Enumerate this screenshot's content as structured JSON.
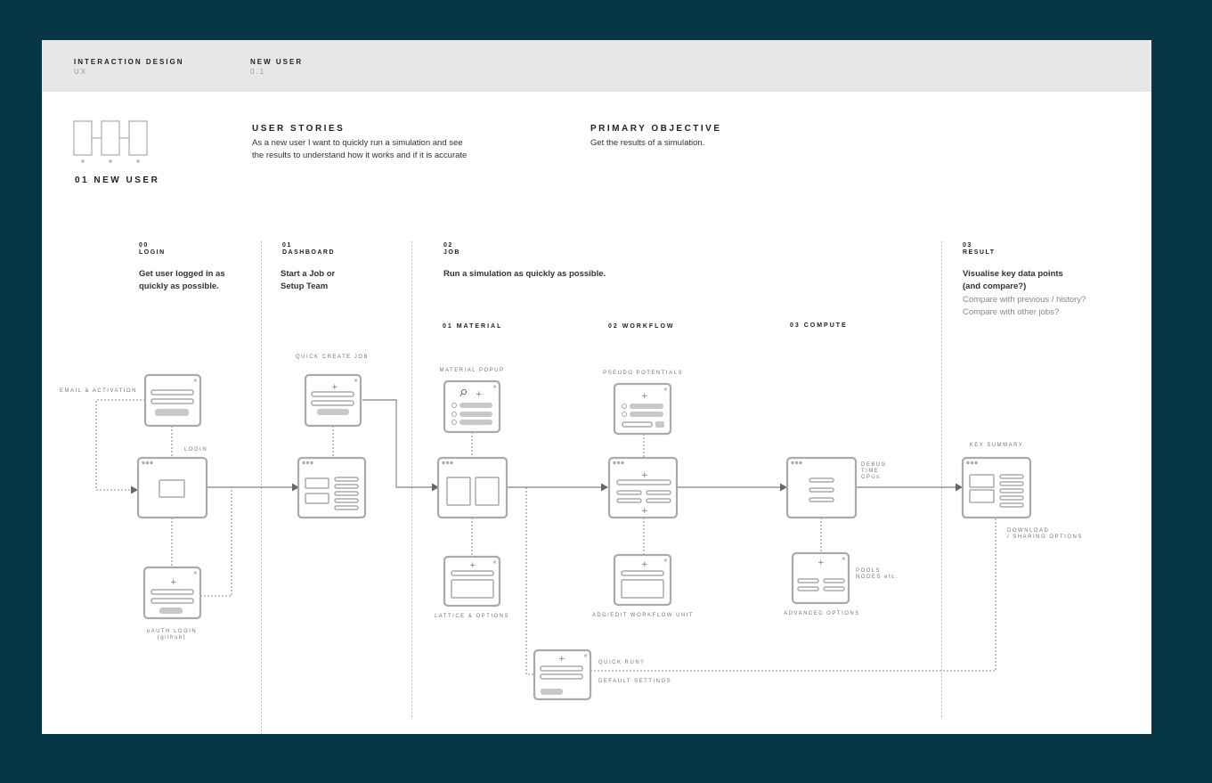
{
  "header": {
    "left_title": "INTERACTION DESIGN",
    "left_sub": "UX",
    "right_title": "NEW USER",
    "right_sub": "0.1"
  },
  "intro": {
    "persona_label": "01 NEW USER",
    "stories_title": "USER STORIES",
    "stories_text_1": "As a new user I want to quickly run a simulation and see",
    "stories_text_2": "the results to understand how it works and if it is accurate",
    "objective_title": "PRIMARY OBJECTIVE",
    "objective_text": "Get the results of a simulation."
  },
  "steps": [
    {
      "num": "00",
      "title": "LOGIN",
      "desc_1": "Get user logged in as",
      "desc_2": "quickly as possible."
    },
    {
      "num": "01",
      "title": "DASHBOARD",
      "desc_1": "Start a Job or",
      "desc_2": "Setup Team"
    },
    {
      "num": "02",
      "title": "JOB",
      "desc_1": "Run a simulation as quickly as possible.",
      "desc_2": ""
    },
    {
      "num": "03",
      "title": "RESULT",
      "desc_1": "Visualise key data points",
      "desc_2": "(and compare?)",
      "note_1": "Compare with previous / history?",
      "note_2": "Compare with other jobs?"
    }
  ],
  "job_substeps": [
    "01 MATERIAL",
    "02 WORKFLOW",
    "03 COMPUTE"
  ],
  "captions": {
    "email": "EMAIL & ACTIVATION",
    "login": "LOGIN",
    "oauth_1": "oAUTH LOGIN",
    "oauth_2": "(github)",
    "quick_create": "QUICK CREATE JOB",
    "material_popup": "MATERIAL POPUP",
    "lattice": "LATTICE & OPTIONS",
    "pseudo": "PSEUDO POTENTIALS",
    "add_edit": "ADD/EDIT WORKFLOW UNIT",
    "advanced": "ADVANCED OPTIONS",
    "debug_1": "DEBUG",
    "debug_2": "TIME",
    "debug_3": "CPUs",
    "pools_1": "POOLS",
    "pools_2": "NODES etc.",
    "key_summary": "KEY SUMMARY",
    "download_1": "DOWNLOAD",
    "download_2": "/ SHARING OPTIONS",
    "quick_run": "QUICK RUN?",
    "default_settings": "DEFAULT SETTINGS"
  },
  "icons": {
    "close": "close-icon",
    "plus": "plus-icon",
    "search": "search-icon",
    "window_dots": "window-dots-icon",
    "persona": "screens-flow-icon"
  },
  "colors": {
    "background": "#063646",
    "header_band": "#e8e7e8",
    "wireframe_stroke": "#aaaaaa",
    "connector": "#666666"
  }
}
